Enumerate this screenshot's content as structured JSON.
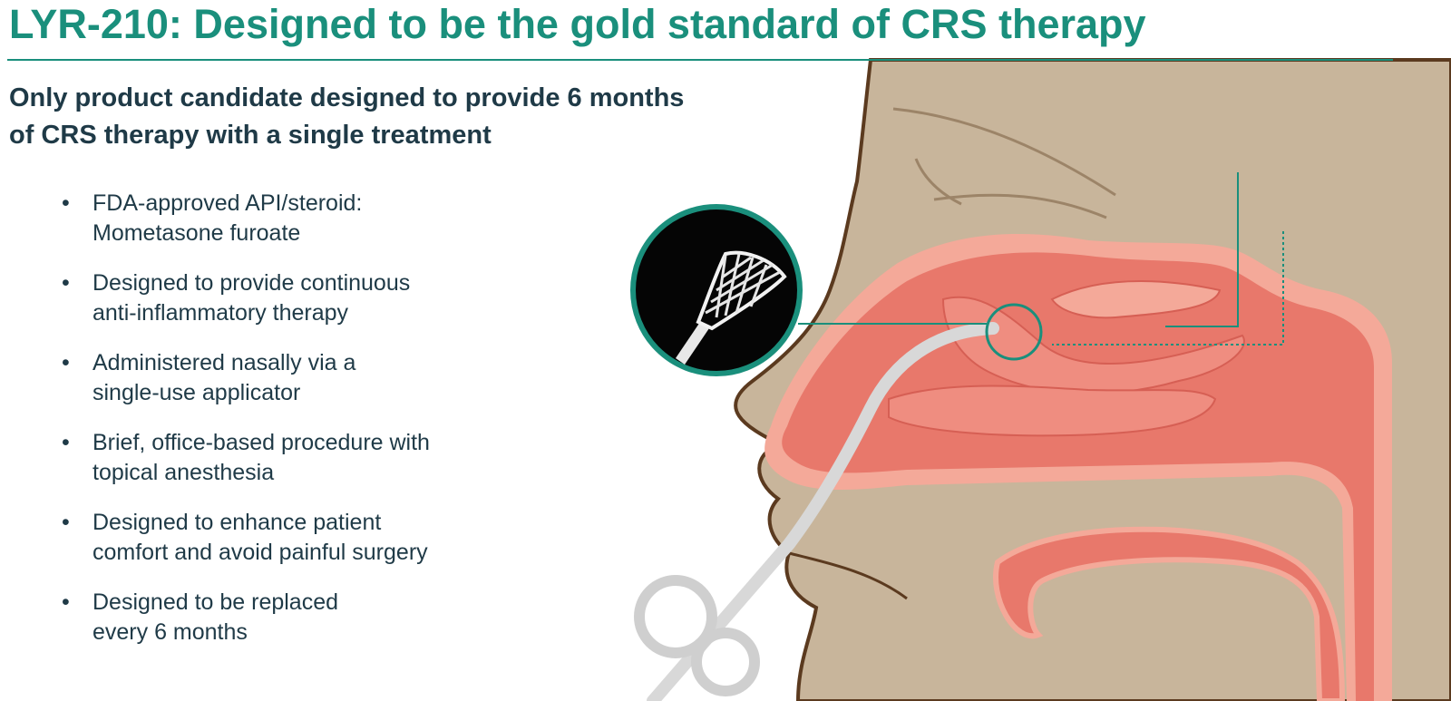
{
  "slide": {
    "title": "LYR-210: Designed to be the gold standard of CRS therapy",
    "subtitle": {
      "line1": "Only product candidate designed to provide 6 months",
      "line2": "of CRS therapy with a single treatment"
    },
    "bullets": [
      {
        "line1": "FDA-approved API/steroid:",
        "line2": "Mometasone furoate"
      },
      {
        "line1": "Designed to provide continuous",
        "line2": "anti-inflammatory therapy"
      },
      {
        "line1": "Administered nasally via a",
        "line2": "single-use applicator"
      },
      {
        "line1": "Brief, office-based procedure with",
        "line2": "topical anesthesia"
      },
      {
        "line1": "Designed to enhance patient",
        "line2": "comfort and avoid painful surgery"
      },
      {
        "line1": "Designed to be replaced",
        "line2": "every 6 months"
      }
    ],
    "bullet_glyph": "•"
  },
  "colors": {
    "accent": "#1a8f7c",
    "text": "#1f3a47",
    "skin": "#c8b59b",
    "tissue": "#e8786b",
    "tissue_light": "#f4a999",
    "outline": "#5b3a1f"
  },
  "illustration": {
    "subject": "nasal-cavity-cross-section",
    "inset": "lyr-210-implant-closeup",
    "applicator": "single-use-applicator"
  }
}
